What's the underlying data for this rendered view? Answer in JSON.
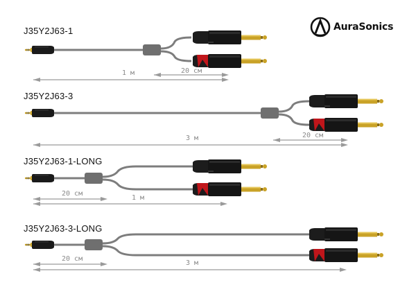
{
  "brand": {
    "name": "AuraSonics",
    "logo_icon": "aura-logo-icon"
  },
  "cables": [
    {
      "model": "J35Y2J63-1",
      "total_length": "1 м",
      "split_length": "20 см",
      "layout": "split-near-end"
    },
    {
      "model": "J35Y2J63-3",
      "total_length": "3 м",
      "split_length": "20 см",
      "layout": "split-near-end"
    },
    {
      "model": "J35Y2J63-1-LONG",
      "total_length": "1 м",
      "split_length": "20 см",
      "layout": "split-near-start"
    },
    {
      "model": "J35Y2J63-3-LONG",
      "total_length": "3 м",
      "split_length": "20 см",
      "layout": "split-near-start"
    }
  ],
  "colors": {
    "cable": "#7d7d7d",
    "connector_body": "#1a1a1a",
    "connector_accent_red": "#c0161b",
    "plug_gold": "#c9a227",
    "dimension_line": "#9a9a9a"
  }
}
